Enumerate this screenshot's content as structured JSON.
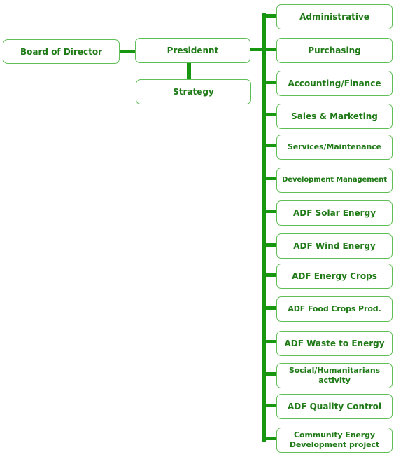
{
  "left_nodes": {
    "board": "Board of Director",
    "president": "Presidennt",
    "strategy": "Strategy"
  },
  "departments": [
    "Administrative",
    "Purchasing",
    "Accounting/Finance",
    "Sales & Marketing",
    "Services/Maintenance",
    "Development Management",
    "ADF Solar Energy",
    "ADF Wind Energy",
    "ADF Energy Crops",
    "ADF Food Crops Prod.",
    "ADF Waste to Energy",
    "Social/Humanitarians activity",
    "ADF Quality Control",
    "Community Energy Development project"
  ],
  "colors": {
    "connector": "#17960f",
    "box_border": "#5fbf56",
    "text": "#1f7a17"
  }
}
